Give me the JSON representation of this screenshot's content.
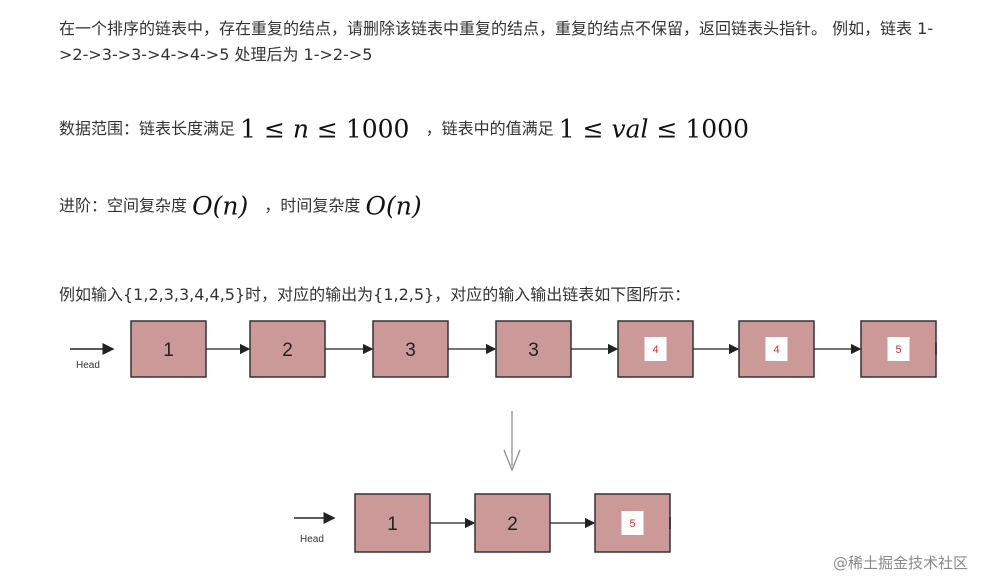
{
  "problem": {
    "description": "在一个排序的链表中，存在重复的结点，请删除该链表中重复的结点，重复的结点不保留，返回链表头指针。 例如，链表 1->2->3->3->4->4->5  处理后为 1->2->5",
    "range_prefix": "数据范围：链表长度满足",
    "range_mid": "，链表中的值满足",
    "range_math1_lhs": "1 ≤ ",
    "range_math1_var": "n",
    "range_math1_rhs": " ≤ 1000",
    "range_math2_lhs": "1 ≤ ",
    "range_math2_var": "val",
    "range_math2_rhs": " ≤ 1000",
    "advanced_prefix": "进阶：空间复杂度",
    "advanced_mid": "，时间复杂度",
    "complexity_space": "O(n)",
    "complexity_time": "O(n)",
    "example_text": "例如输入{1,2,3,3,4,4,5}时，对应的输出为{1,2,5}，对应的输入输出链表如下图所示："
  },
  "diagram": {
    "head_label": "Head",
    "input_nodes": [
      "1",
      "2",
      "3",
      "3",
      "4",
      "4",
      "5"
    ],
    "input_highlighted": [
      false,
      false,
      false,
      false,
      true,
      true,
      true
    ],
    "output_nodes": [
      "1",
      "2",
      "5"
    ],
    "output_highlighted": [
      false,
      false,
      true
    ],
    "colors": {
      "node_fill": "#cc9999",
      "node_border": "#333333",
      "arrow": "#222222",
      "text_highlight": "#cc3333",
      "label_box": "#ffffff"
    }
  },
  "watermark": "@稀土掘金技术社区"
}
